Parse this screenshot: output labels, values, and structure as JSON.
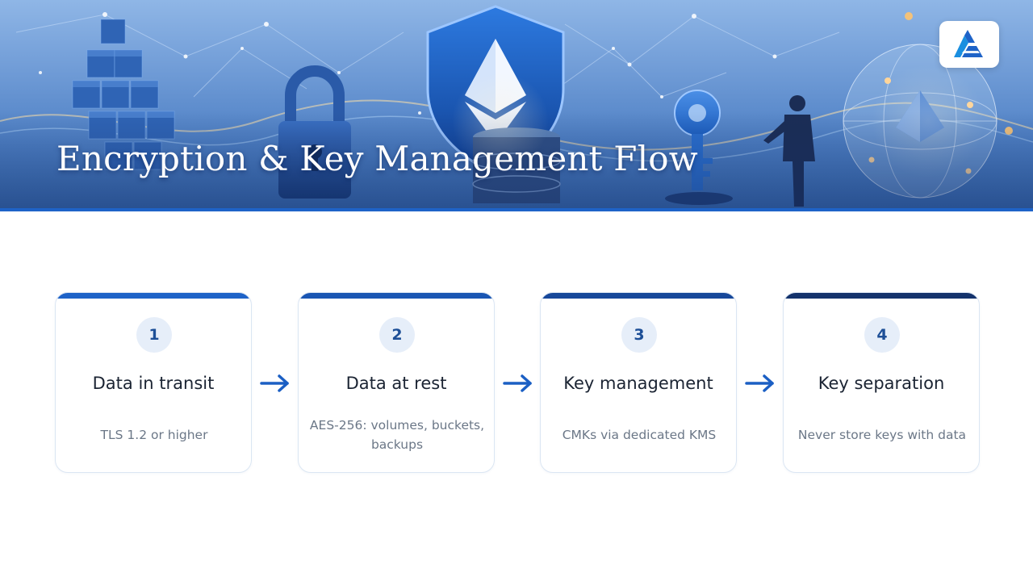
{
  "header": {
    "title": "Encryption & Key Management Flow",
    "logo_icon": "brand-logo-icon"
  },
  "colors": {
    "accent": "#1e63c8",
    "arrow": "#1b5fc4",
    "step_bars": [
      "#1e63c8",
      "#1a56b3",
      "#17489a",
      "#14336c"
    ]
  },
  "steps": [
    {
      "number": "1",
      "title": "Data in transit",
      "description": "TLS 1.2 or higher"
    },
    {
      "number": "2",
      "title": "Data at rest",
      "description": "AES-256: volumes, buckets, backups"
    },
    {
      "number": "3",
      "title": "Key management",
      "description": "CMKs via dedicated KMS"
    },
    {
      "number": "4",
      "title": "Key separation",
      "description": "Never store keys with data"
    }
  ],
  "connector_icon": "arrow-right-icon"
}
